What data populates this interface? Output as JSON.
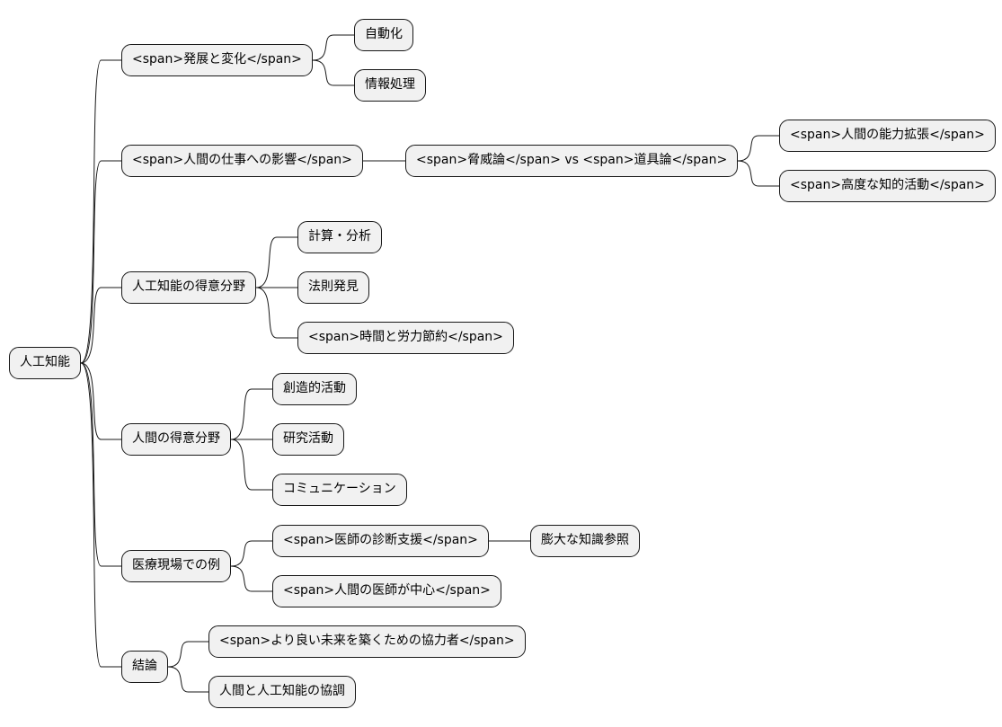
{
  "diagram": {
    "root": "人工知能",
    "branches": {
      "b1": {
        "label": "<span>発展と変化</span>",
        "children": {
          "c1": "自動化",
          "c2": "情報処理"
        }
      },
      "b2": {
        "label": "<span>人間の仕事への影響</span>",
        "child": {
          "label": "<span>脅威論</span> vs <span>道具論</span>",
          "children": {
            "c1": "<span>人間の能力拡張</span>",
            "c2": "<span>高度な知的活動</span>"
          }
        }
      },
      "b3": {
        "label": "人工知能の得意分野",
        "children": {
          "c1": "計算・分析",
          "c2": "法則発見",
          "c3": "<span>時間と労力節約</span>"
        }
      },
      "b4": {
        "label": "人間の得意分野",
        "children": {
          "c1": "創造的活動",
          "c2": "研究活動",
          "c3": "コミュニケーション"
        }
      },
      "b5": {
        "label": "医療現場での例",
        "children": {
          "c1": {
            "label": "<span>医師の診断支援</span>",
            "child": "膨大な知識参照"
          },
          "c2": "<span>人間の医師が中心</span>"
        }
      },
      "b6": {
        "label": "結論",
        "children": {
          "c1": "<span>より良い未来を築くための協力者</span>",
          "c2": "人間と人工知能の協調"
        }
      }
    }
  }
}
